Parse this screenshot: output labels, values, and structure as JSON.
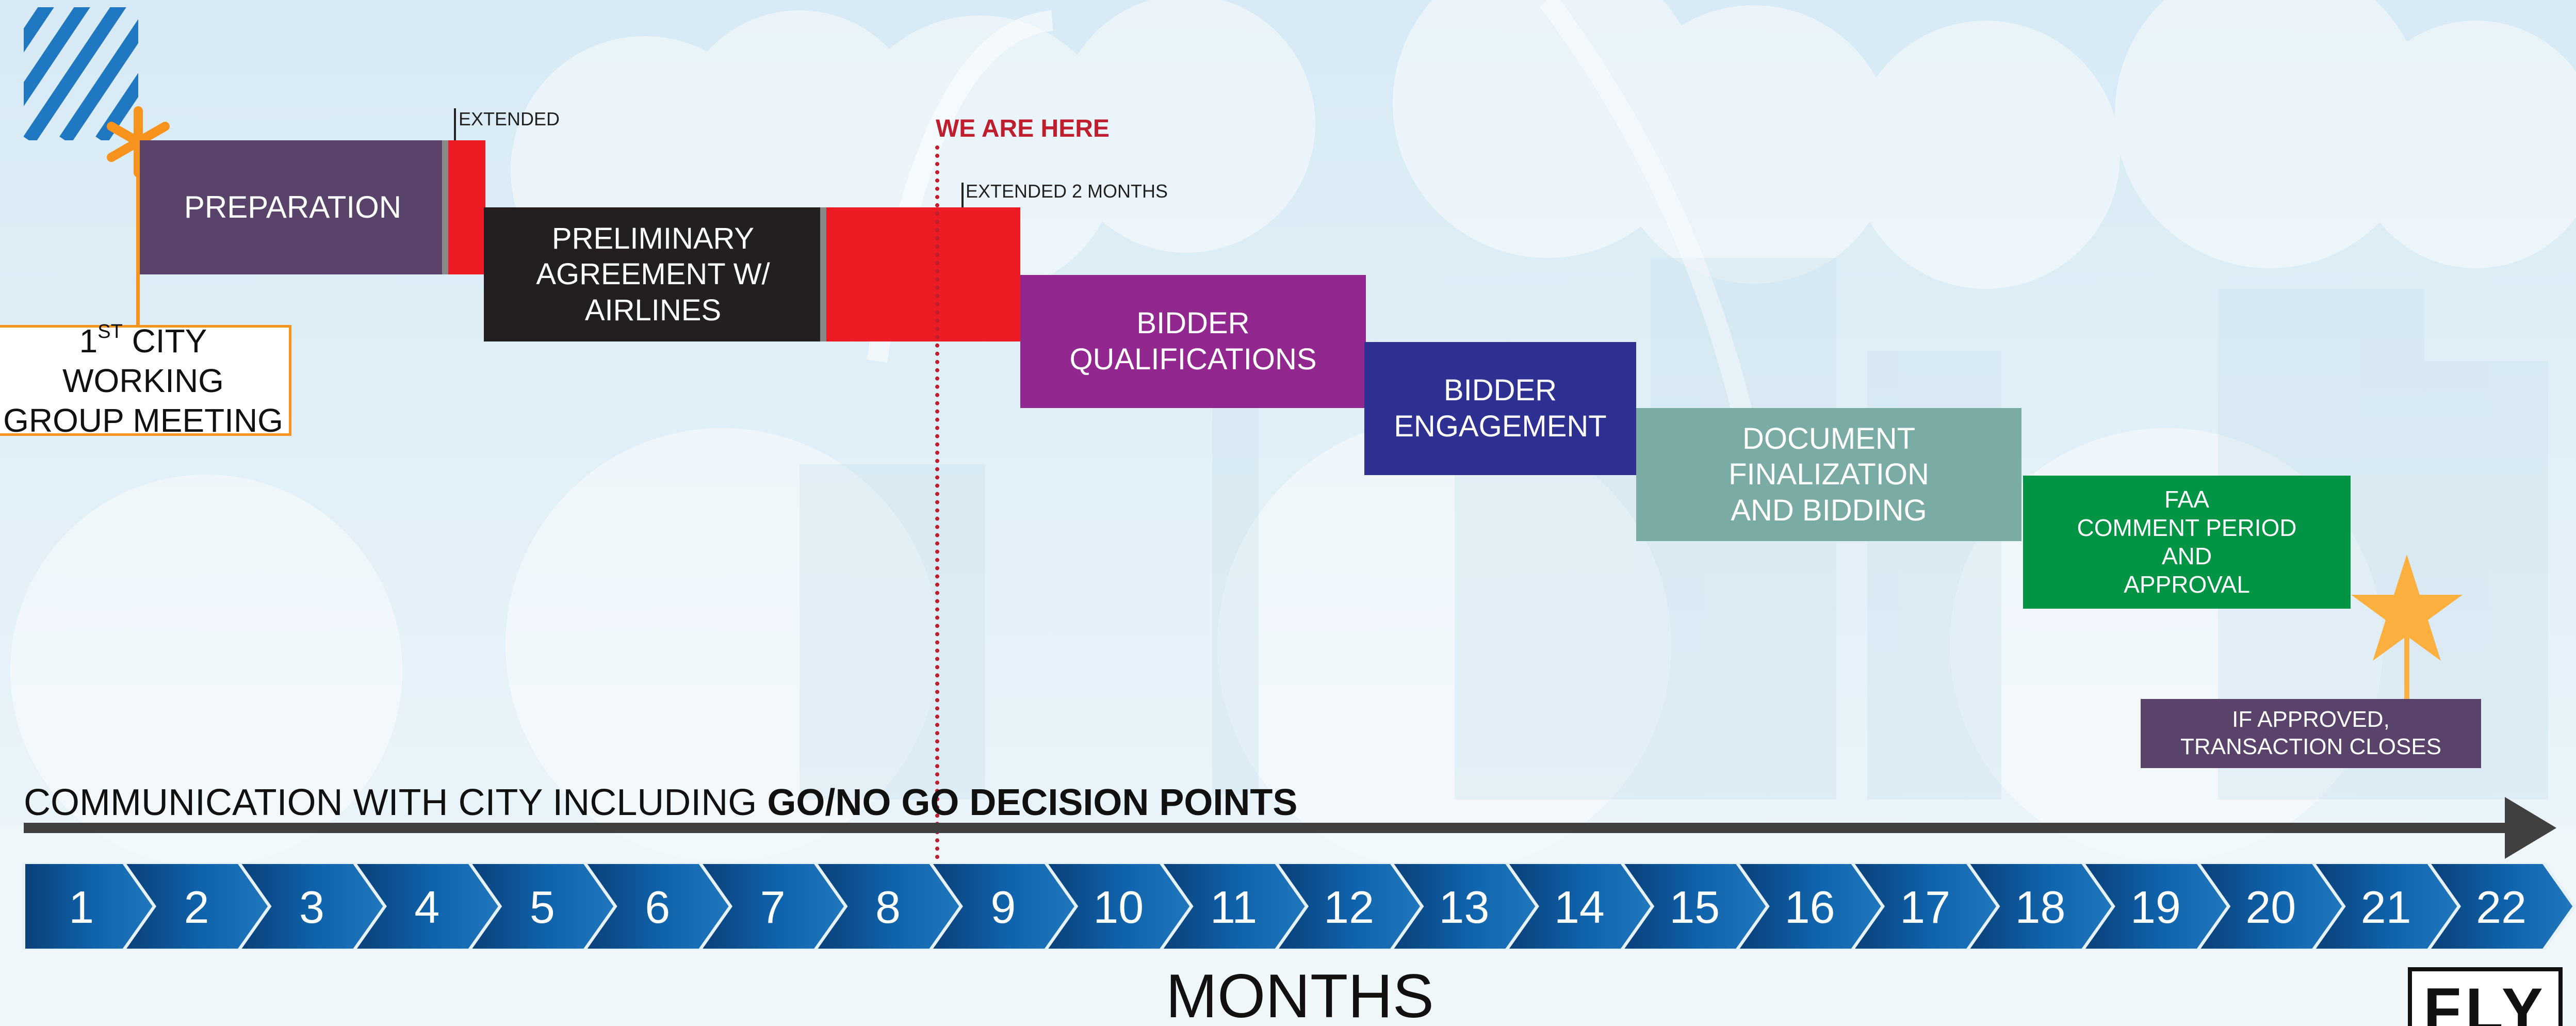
{
  "colors": {
    "preparation": "#5a436b",
    "preliminary": "#231f20",
    "extension": "#ed1c24",
    "qualifications": "#92278f",
    "engagement": "#2e3192",
    "finalization": "#7aaba4",
    "faa": "#009444",
    "closing": "#5a436b",
    "start_marker": "#f7941d",
    "star": "#fbb040",
    "we_are_here": "#be1e2d",
    "timeline": "#0d5a99",
    "arrow": "#404040"
  },
  "icons": {
    "start": "asterisk-icon",
    "end": "star-icon",
    "corner": "striped-square-icon"
  },
  "labels": {
    "extended": "EXTENDED",
    "extended_2": "EXTENDED 2 MONTHS",
    "we_are_here": "WE ARE HERE",
    "meeting_line1_prefix": "1",
    "meeting_line1_sup": "ST",
    "meeting_line1_rest": " CITY WORKING",
    "meeting_line2": "GROUP MEETING",
    "communication_regular": "COMMUNICATION WITH CITY INCLUDING ",
    "communication_bold": "GO/NO GO  DECISION POINTS",
    "months": "MONTHS",
    "logo": "FLY"
  },
  "phases": [
    {
      "id": "preparation",
      "lines": [
        "PREPARATION"
      ]
    },
    {
      "id": "preliminary",
      "lines": [
        "PRELIMINARY",
        "AGREEMENT W/",
        "AIRLINES"
      ]
    },
    {
      "id": "qualifications",
      "lines": [
        "BIDDER",
        "QUALIFICATIONS"
      ]
    },
    {
      "id": "engagement",
      "lines": [
        "BIDDER",
        "ENGAGEMENT"
      ]
    },
    {
      "id": "finalization",
      "lines": [
        "DOCUMENT",
        "FINALIZATION",
        "AND BIDDING"
      ]
    },
    {
      "id": "faa",
      "lines": [
        "FAA",
        "COMMENT PERIOD",
        "AND",
        "APPROVAL"
      ]
    },
    {
      "id": "closing",
      "lines": [
        "IF APPROVED,",
        "TRANSACTION CLOSES"
      ]
    }
  ],
  "month_numbers": [
    "1",
    "2",
    "3",
    "4",
    "5",
    "6",
    "7",
    "8",
    "9",
    "10",
    "11",
    "12",
    "13",
    "14",
    "15",
    "16",
    "17",
    "18",
    "19",
    "20",
    "21",
    "22"
  ]
}
